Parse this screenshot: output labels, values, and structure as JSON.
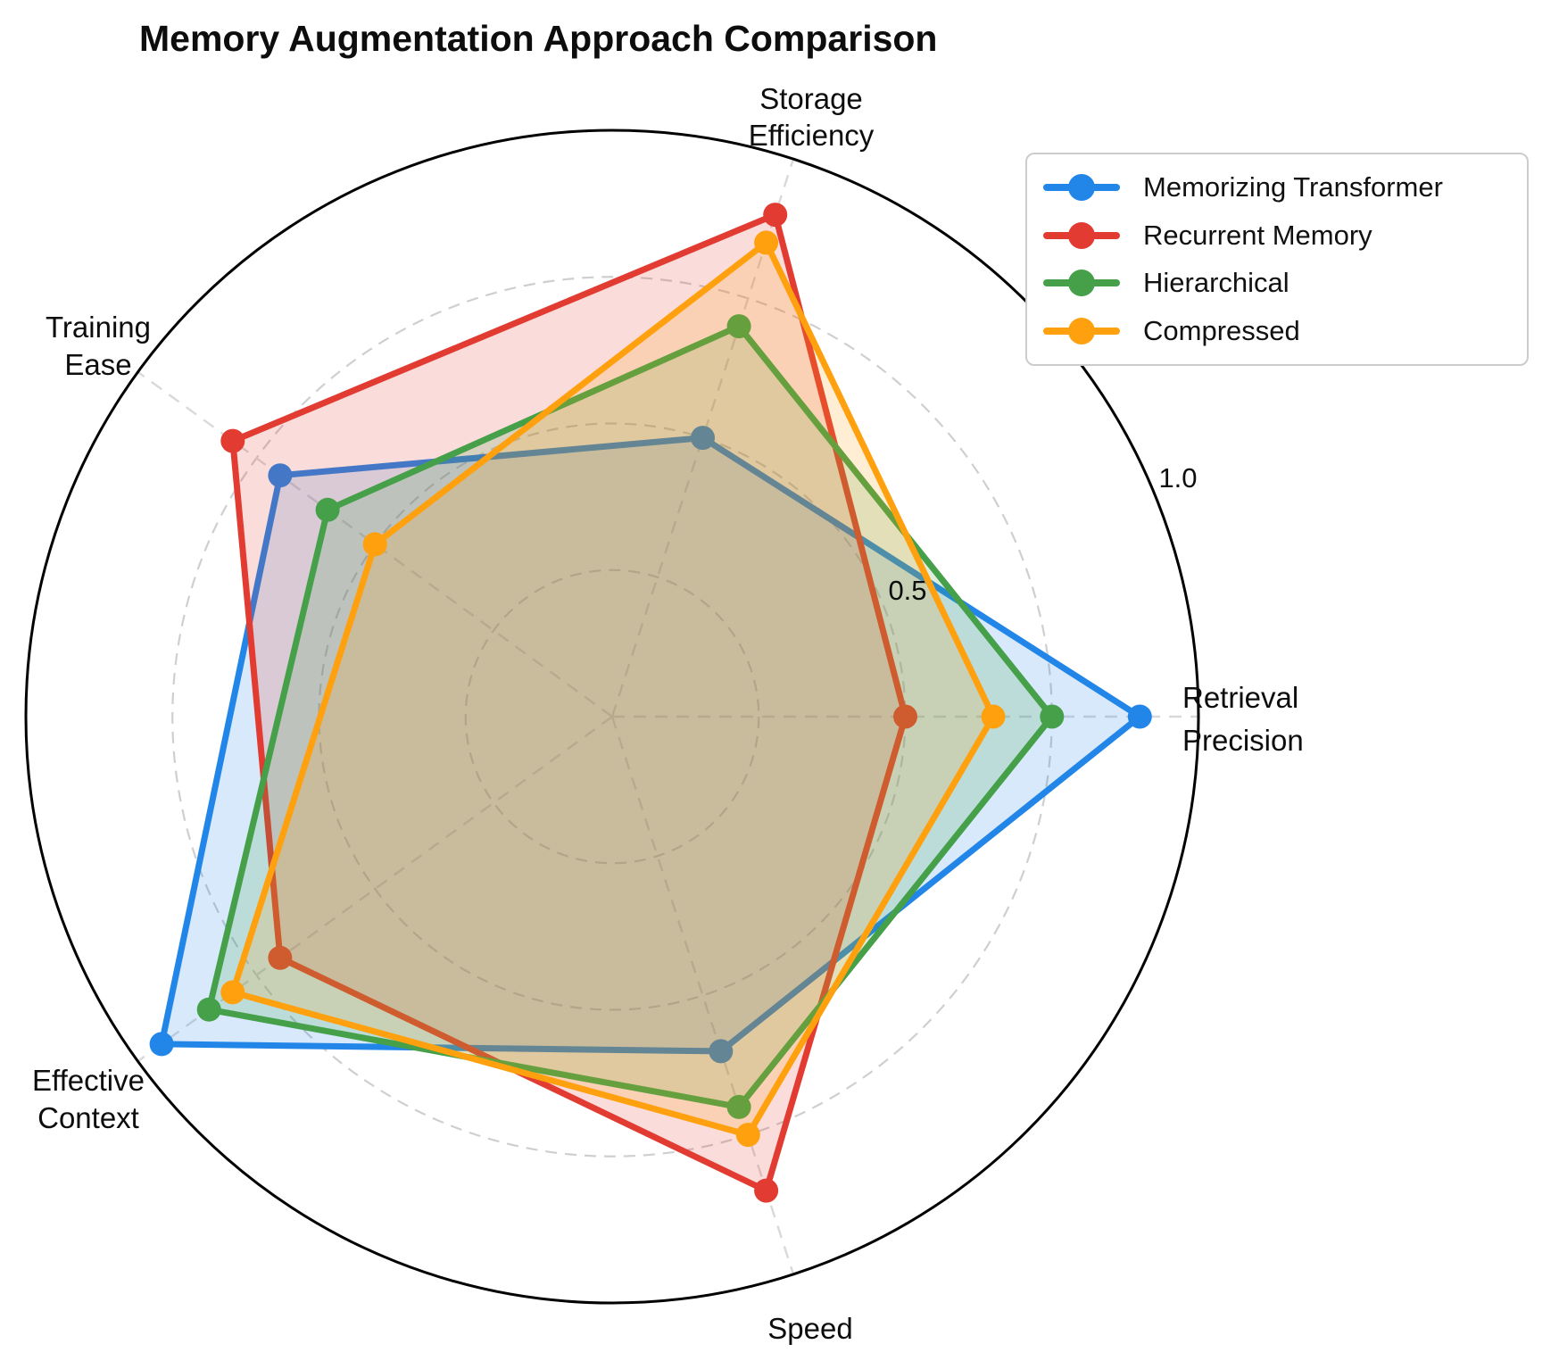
{
  "title": "Memory Augmentation Approach Comparison",
  "chart_data": {
    "type": "radar",
    "title": "Memory Augmentation Approach Comparison",
    "categories": [
      "Retrieval Precision",
      "Storage Efficiency",
      "Training Ease",
      "Effective Context",
      "Speed"
    ],
    "category_label_lines": [
      [
        "Retrieval",
        "Precision"
      ],
      [
        "Storage",
        "Efficiency"
      ],
      [
        "Training",
        "Ease"
      ],
      [
        "Effective",
        "Context"
      ],
      [
        "Speed"
      ]
    ],
    "angles_deg": [
      0,
      72,
      144,
      216,
      288
    ],
    "r_max": 1.0,
    "gridline_levels": [
      0.25,
      0.5,
      0.75
    ],
    "radial_ticks": [
      {
        "value": 0.5,
        "label": "0.5"
      },
      {
        "value": 1.0,
        "label": "1.0"
      }
    ],
    "grid": true,
    "legend_position": "top-right",
    "fill_opacity": 0.18,
    "series": [
      {
        "name": "Memorizing Transformer",
        "color": "#2286E8",
        "values": [
          0.9,
          0.5,
          0.7,
          0.95,
          0.6
        ]
      },
      {
        "name": "Recurrent Memory",
        "color": "#E23C32",
        "values": [
          0.5,
          0.9,
          0.8,
          0.7,
          0.85
        ]
      },
      {
        "name": "Hierarchical",
        "color": "#45A049",
        "values": [
          0.75,
          0.7,
          0.6,
          0.85,
          0.7
        ]
      },
      {
        "name": "Compressed",
        "color": "#FFA00F",
        "values": [
          0.65,
          0.85,
          0.5,
          0.8,
          0.75
        ]
      }
    ],
    "colors": {
      "outer_ring": "#000000",
      "gridlines": "#cfcfcf",
      "spokes": "#d9d9d9",
      "text": "#0d0d0d"
    }
  }
}
